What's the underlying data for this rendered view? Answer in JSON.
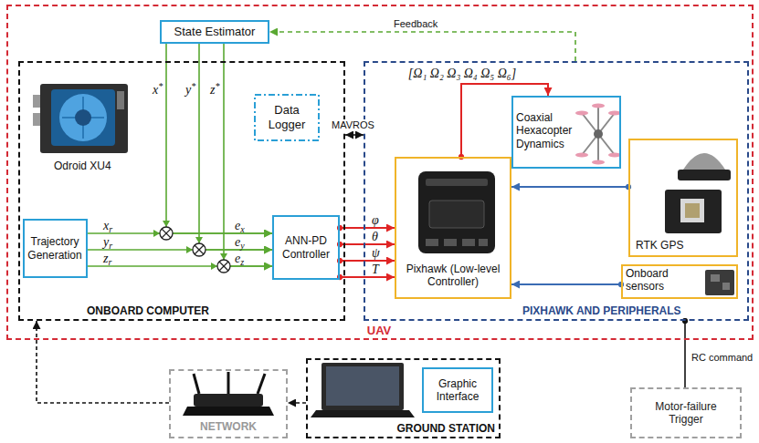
{
  "diagram": {
    "nodes": [
      {
        "text": [
          "UAV"
        ]
      },
      {
        "text": [
          "State Estimator"
        ],
        "in": 0
      },
      {
        "text": [
          "ONBOARD COMPUTER"
        ],
        "in": 0
      },
      {
        "text": [
          "Data Logger"
        ],
        "in": 2
      },
      {
        "text": [
          "Trajectory Generation"
        ],
        "in": 2
      },
      {
        "text": [
          "ANN-PD Controller"
        ],
        "in": 2
      },
      {
        "text": [
          "PIXHAWK AND PERIPHERALS"
        ],
        "in": 0
      },
      {
        "text": [
          "Coaxial Hexacopter Dynamics"
        ],
        "in": 6
      },
      {
        "text": [
          "Pixhawk (Low-level Controller)"
        ],
        "in": 6
      },
      {
        "text": [
          "RTK GPS"
        ],
        "in": 6
      },
      {
        "text": [
          "Onboard sensors"
        ],
        "in": 6
      },
      {
        "text": [
          "NETWORK"
        ]
      },
      {
        "text": [
          "GROUND STATION"
        ]
      },
      {
        "text": [
          "Graphic Interface"
        ],
        "in": 12
      },
      {
        "text": [
          "Motor-failure Trigger"
        ]
      }
    ],
    "edges": [
      {
        "from": 1,
        "to": 5,
        "label": "x*",
        "arrow": "to"
      },
      {
        "from": 1,
        "to": 5,
        "label": "y*",
        "arrow": "to"
      },
      {
        "from": 1,
        "to": 5,
        "label": "z*",
        "arrow": "to"
      },
      {
        "from": 4,
        "to": 5,
        "label": "xr",
        "arrow": "to"
      },
      {
        "from": 4,
        "to": 5,
        "label": "yr",
        "arrow": "to"
      },
      {
        "from": 4,
        "to": 5,
        "label": "zr",
        "arrow": "to"
      },
      {
        "from": 5,
        "to": 8,
        "label": "φ",
        "arrow": "to"
      },
      {
        "from": 5,
        "to": 8,
        "label": "θ",
        "arrow": "to"
      },
      {
        "from": 5,
        "to": 8,
        "label": "ψ",
        "arrow": "to"
      },
      {
        "from": 5,
        "to": 8,
        "label": "T",
        "arrow": "to"
      },
      {
        "from": 8,
        "to": 7,
        "label": "[Ω₁ Ω₂ Ω₃ Ω₄ Ω₅ Ω₆]",
        "arrow": "to"
      },
      {
        "from": 6,
        "to": 1,
        "label": "Feedback",
        "arrow": "to"
      },
      {
        "from": 2,
        "to": 6,
        "label": "MAVROS",
        "arrow": "both"
      },
      {
        "from": 9,
        "to": 8,
        "arrow": "to"
      },
      {
        "from": 10,
        "to": 8,
        "arrow": "to"
      },
      {
        "from": 12,
        "to": 11,
        "arrow": "to"
      },
      {
        "from": 11,
        "to": 2,
        "arrow": "to"
      },
      {
        "from": 14,
        "to": 6,
        "label": "RC command",
        "arrow": "none"
      }
    ],
    "labels": [
      "Odroid XU4",
      "ex",
      "ey",
      "ez"
    ]
  }
}
